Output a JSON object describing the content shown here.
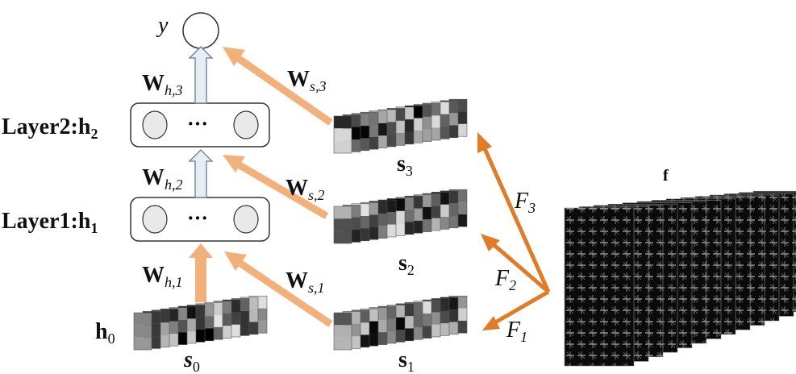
{
  "colors": {
    "orange_arrow": "#f2b07a",
    "dark_orange_arrow": "#e07b26",
    "grey_arrow_fill": "#e8edf5",
    "grey_arrow_stroke": "#6b7a90",
    "box_stroke": "#333333",
    "node_fill": "#e9e9e9"
  },
  "nodes": {
    "y": {
      "var": "y"
    },
    "layer2": {
      "prefix": "Layer2:",
      "var": "h",
      "sub": "2",
      "dots": "···"
    },
    "layer1": {
      "prefix": "Layer1:",
      "var": "h",
      "sub": "1",
      "dots": "···"
    },
    "h0": {
      "var": "h",
      "sub": "0"
    }
  },
  "weights": {
    "wh3": {
      "var": "W",
      "sub": "h,3"
    },
    "wh2": {
      "var": "W",
      "sub": "h,2"
    },
    "wh1": {
      "var": "W",
      "sub": "h,1"
    },
    "ws3": {
      "var": "W",
      "sub": "s,3"
    },
    "ws2": {
      "var": "W",
      "sub": "s,2"
    },
    "ws1": {
      "var": "W",
      "sub": "s,1"
    }
  },
  "sequences": {
    "s0": {
      "var": "s",
      "sub": "0"
    },
    "s1": {
      "var": "s",
      "sub": "1"
    },
    "s2": {
      "var": "s",
      "sub": "2"
    },
    "s3": {
      "var": "s",
      "sub": "3"
    }
  },
  "filters": {
    "f1": {
      "var": "F",
      "sub": "1"
    },
    "f2": {
      "var": "F",
      "sub": "2"
    },
    "f3": {
      "var": "F",
      "sub": "3"
    }
  },
  "feature": {
    "label": "f"
  }
}
